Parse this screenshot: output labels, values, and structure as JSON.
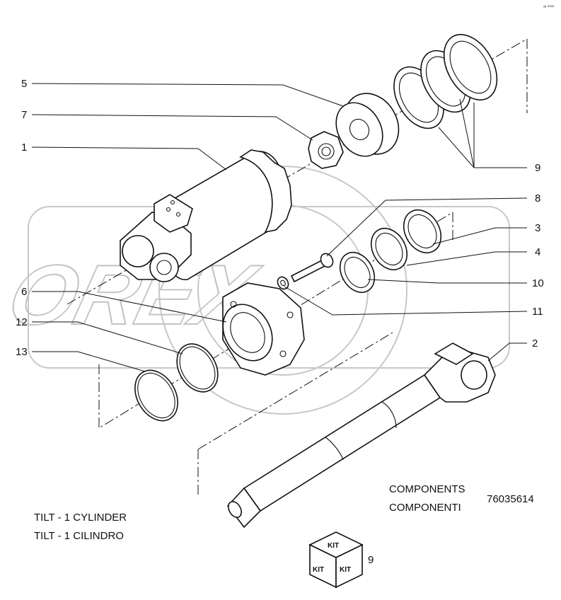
{
  "corner_mark": "ᵛᵃ ⁰⁰⁰⁰",
  "watermark": "OREX",
  "callouts": [
    {
      "id": "5",
      "text": "5"
    },
    {
      "id": "7",
      "text": "7"
    },
    {
      "id": "1",
      "text": "1"
    },
    {
      "id": "9a",
      "text": "9"
    },
    {
      "id": "8",
      "text": "8"
    },
    {
      "id": "3",
      "text": "3"
    },
    {
      "id": "4",
      "text": "4"
    },
    {
      "id": "10",
      "text": "10"
    },
    {
      "id": "6",
      "text": "6"
    },
    {
      "id": "11",
      "text": "11"
    },
    {
      "id": "12",
      "text": "12"
    },
    {
      "id": "13",
      "text": "13"
    },
    {
      "id": "2",
      "text": "2"
    }
  ],
  "caption": {
    "components_en": "COMPONENTS",
    "components_it": "COMPONENTI",
    "part_number": "76035614",
    "title_en": "TILT - 1 CYLINDER",
    "title_it": "TILT - 1 CILINDRO"
  },
  "kit": {
    "top": "KIT",
    "left": "KIT",
    "right": "KIT",
    "number": "9"
  }
}
